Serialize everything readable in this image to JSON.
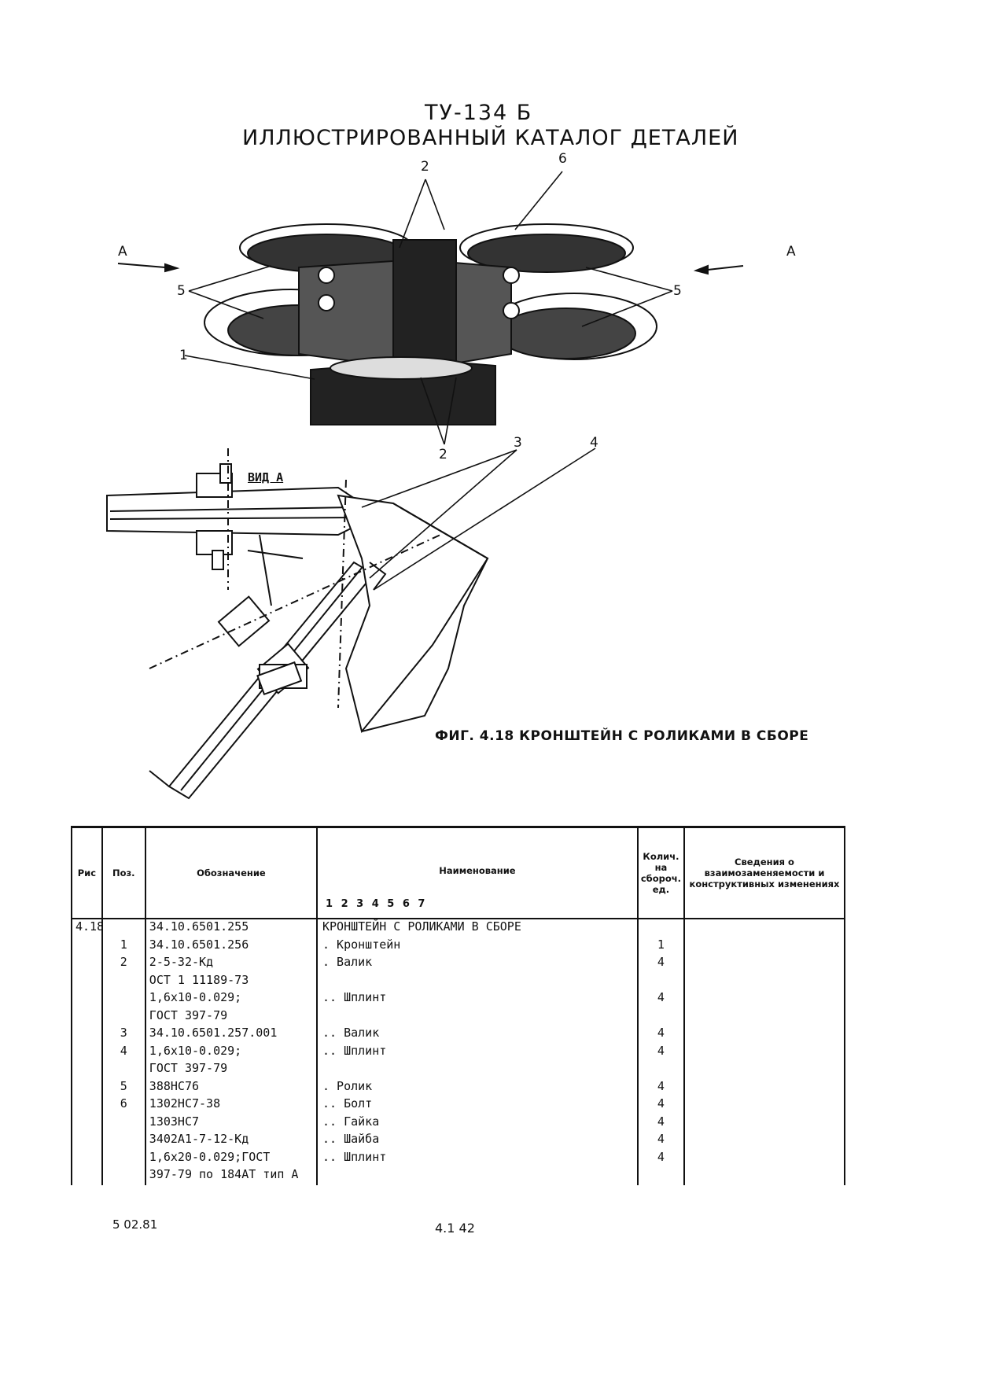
{
  "header": {
    "line1": "ТУ-134 Б",
    "line2": "ИЛЛЮСТРИРОВАННЫЙ КАТАЛОГ ДЕТАЛЕЙ"
  },
  "figure": {
    "callouts": {
      "c2_top": "2",
      "c6": "6",
      "a_left": "A",
      "a_right": "A",
      "c5_left": "5",
      "c5_right": "5",
      "c1": "1",
      "c2_bottom": "2",
      "c3": "3",
      "c4": "4"
    },
    "view_label": "ВИД А",
    "caption": "ФИГ. 4.18  КРОНШТЕЙН С РОЛИКАМИ В СБОРЕ"
  },
  "table": {
    "headers": {
      "fig": "Рис",
      "pos": "Поз.",
      "designation": "Обозначение",
      "name": "Наименование",
      "name_digits": "1 2 3 4 5 6 7",
      "qty": "Колич. на сбороч. ед.",
      "notes": "Сведения о взаимозаменяемости и конструктивных изменениях"
    },
    "rows": [
      {
        "fig": "4.18",
        "pos": "",
        "designation": "34.10.6501.255",
        "name": "КРОНШТЕЙН С РОЛИКАМИ В СБОРЕ",
        "qty": "",
        "notes": ""
      },
      {
        "fig": "",
        "pos": "1",
        "designation": "34.10.6501.256",
        "name": ". Кронштейн",
        "qty": "1",
        "notes": ""
      },
      {
        "fig": "",
        "pos": "2",
        "designation": "2-5-32-Кд",
        "name": ". Валик",
        "qty": "4",
        "notes": ""
      },
      {
        "fig": "",
        "pos": "",
        "designation": "ОСТ 1 11189-73",
        "name": "",
        "qty": "",
        "notes": ""
      },
      {
        "fig": "",
        "pos": "",
        "designation": "1,6х10-0.029;",
        "name": ".. Шплинт",
        "qty": "4",
        "notes": ""
      },
      {
        "fig": "",
        "pos": "",
        "designation": "ГОСТ 397-79",
        "name": "",
        "qty": "",
        "notes": ""
      },
      {
        "fig": "",
        "pos": "3",
        "designation": "34.10.6501.257.001",
        "name": ".. Валик",
        "qty": "4",
        "notes": ""
      },
      {
        "fig": "",
        "pos": "4",
        "designation": "1,6х10-0.029;",
        "name": ".. Шплинт",
        "qty": "4",
        "notes": ""
      },
      {
        "fig": "",
        "pos": "",
        "designation": "ГОСТ 397-79",
        "name": "",
        "qty": "",
        "notes": ""
      },
      {
        "fig": "",
        "pos": "5",
        "designation": "388НС76",
        "name": ". Ролик",
        "qty": "4",
        "notes": ""
      },
      {
        "fig": "",
        "pos": "6",
        "designation": "1302НС7-38",
        "name": ".. Болт",
        "qty": "4",
        "notes": ""
      },
      {
        "fig": "",
        "pos": "",
        "designation": "1303НС7",
        "name": ".. Гайка",
        "qty": "4",
        "notes": ""
      },
      {
        "fig": "",
        "pos": "",
        "designation": "3402А1-7-12-Кд",
        "name": ".. Шайба",
        "qty": "4",
        "notes": ""
      },
      {
        "fig": "",
        "pos": "",
        "designation": "1,6х20-0.029;ГОСТ",
        "name": ".. Шплинт",
        "qty": "4",
        "notes": ""
      },
      {
        "fig": "",
        "pos": "",
        "designation": "397-79 по 184АТ тип А",
        "name": "",
        "qty": "",
        "notes": ""
      }
    ]
  },
  "footer": {
    "date": "5 02.81",
    "page": "4.1 42"
  }
}
